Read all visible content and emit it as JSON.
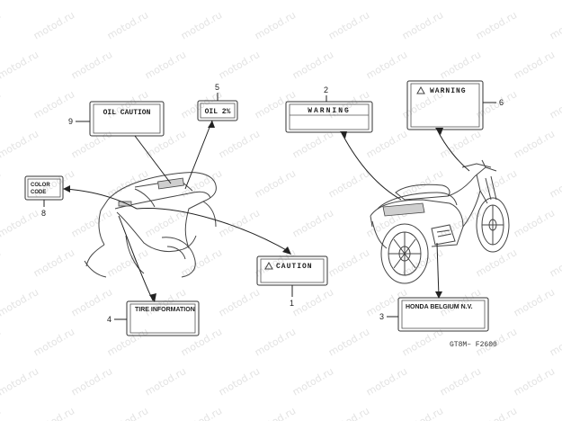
{
  "watermark": "motod.ru",
  "labels": {
    "oil_caution": "OIL  CAUTION",
    "oil_2pct": "OIL  2%",
    "warning_center": "WARNING",
    "warning_right": "WARNING",
    "color_code_line1": "COLOR",
    "color_code_line2": "CODE",
    "caution": "CAUTION",
    "tire_information": "TIRE INFORMATION",
    "honda_belgium": "HONDA BELGIUM N.V."
  },
  "callouts": {
    "c1": "1",
    "c2": "2",
    "c3": "3",
    "c4": "4",
    "c5": "5",
    "c6": "6",
    "c8": "8",
    "c9": "9"
  },
  "diagram_code": "GT8M– F2600",
  "colors": {
    "ink": "#222222",
    "watermark": "#e3e3e3",
    "background": "#ffffff"
  }
}
